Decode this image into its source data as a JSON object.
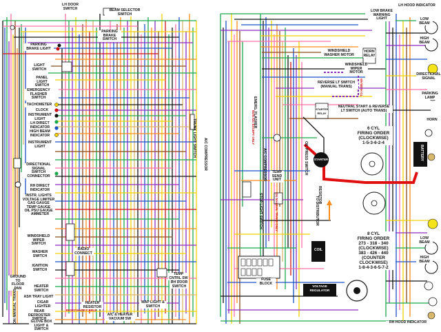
{
  "colors": {
    "background": "#ffffff",
    "battery_cable": "#e01010",
    "black_wire": "#111111",
    "yellow_wire": "#f2d200",
    "green_wire": "#1aa84a",
    "blue_wire": "#1a50c8",
    "violet_wire": "#8a2bbf",
    "pink_wire": "#ff6fa8",
    "orange_wire": "#ff8c1a",
    "brown_wire": "#8b4a1c",
    "tan_wire": "#d8b86a",
    "lamp_yellow": "#f5e31a"
  },
  "left_page": {
    "top": {
      "lh_door_switch": "LH DOOR\nSWITCH",
      "beam_selector": "BEAM SELECTOR SWITCH",
      "parking_brake_switch": "PARKING\nBRAKE\nSWITCH"
    },
    "column_labels": {
      "parking_brake_light": "PARKING\nBRAKE LIGHT",
      "light_switch": "LIGHT\nSWITCH",
      "panel_light_switch": "PANEL\nLIGHT\nSWITCH",
      "emergency_flasher": "EMERGENCY\nFLASHER\nSWITCH",
      "tachometer": "TACHOMETER",
      "clock": "CLOCK",
      "instrument_light": "INSTRUMENT\nLIGHT",
      "lh_direct_indicator": "LH DIRECT\nINDICATOR",
      "high_beam_indicator": "HIGH BEAM\nINDICATOR",
      "instrument_light_2": "INSTRUMENT\nLIGHT",
      "directional_signal": "DIRECTIONAL\nSIGNAL\nSWITCH\nCONNECTOR",
      "rh_direct_indicator": "RH DIRECT\nINDICATOR",
      "gauges": "INSTR. LIGHTS\nVOLTAGE LIMITER\nGAS GAUGE\nTEMP GAUGE\nOIL PSU GAUGE",
      "ammeter": "AMMETER",
      "windshield_wiper": "WINDSHIELD\nWIPER\nSWITCH",
      "washer_switch": "WASHER\nSWITCH",
      "ignition_switch": "IGNITION\nSWITCH",
      "heater_switch": "HEATER\nSWITCH",
      "ash_tray": "ASH TRAY LIGHT",
      "cigar_lighter": "CIGAR\nLIGHTER",
      "rear_defroster": "REAR\nDEFROSTER\nSWITCH",
      "glove_box": "GLOVE BOX\nLIGHT &\nSWITCH"
    },
    "misc": {
      "radio_connector": "RADIO\nCONNECT",
      "heater_resistor": "HEATER\nRESISTOR",
      "ac_heater": "A/C & HEATER\nVACUUM SW",
      "temp_control": "TEMP\nCNTRL SW",
      "rh_door_switch": "RH DOOR\nSWITCH",
      "map_light": "MAP LIGHT &\nSWITCH",
      "ground_floor_pan": "GROUND TO\nFLOOR PAN",
      "manual_trans": "ON MANUAL TRANS",
      "resistance_cable": "RESISTANCE CABLE",
      "trunk_light": "TRUNK\nLIGHT\nSWITCH",
      "ac_compressor": "A/C\nCOMPRESSOR"
    }
  },
  "right_page": {
    "top": {
      "low_brake": "LOW BRAKE\nWARNING\nLIGHT",
      "lh_hood_indicator": "LH HOOD INDICATOR",
      "low_beam": "LOW\nBEAM",
      "high_beam": "HIGH\nBEAM",
      "windshield_washer": "WINDSHIELD\nWASHER MOTOR",
      "horn_relay": "HORN\nRELAY",
      "wiper_motor": "WINDSHIELD\nWIPER\nMOTOR",
      "voltage_reg": "VOLTAGE\nREGULATOR"
    },
    "center": {
      "emergency_flasher": "EMERG.\nFLASHER",
      "ac_compressor": "A/C\nCOMPRESSOR",
      "oil_press": "OIL PRESS SWITCH",
      "reverse_switch": "REVERSE LT SWITCH\n(MANUAL TRANS)",
      "starter_relay": "STARTER\nRELAY",
      "neutral_start": "NEUTRAL START & REVERSE\nLT SWITCH (AUTO TRANS)",
      "starter": "STARTER",
      "firing_6": "6 CYL\nFIRING ORDER\n(CLOCKWISE)\n1-5-3-6-2-4",
      "firing_8": "8 CYL\nFIRING ORDER\n273 - 318 - 340\n(CLOCKWISE)\n383 - 426 - 440\n(COUNTER\nCLOCKWISE)\n1-8-4-3-6-5-7-2",
      "temp_sender": "TEMP\nSEND\nUNIT",
      "resistor": "RESISTOR",
      "to_distributor": "TO DISTRIBUTOR",
      "coil": "COIL",
      "fuse_block": "FUSE\nBLOCK",
      "voltage_regulator": "VOLTAGE\nREGULATOR",
      "stop_light": "STOP LIGHT\nSWITCH",
      "on_manual": "ON MANUAL TRANS ONLY",
      "non_ac": "NON A/C EXCEPT ONLY",
      "to_hi_beam": "TO HI BEAM"
    },
    "right_column": {
      "direction_signal": "DIRECTIONAL\nSIGNAL",
      "parking_lamp": "PARKING\nLAMP",
      "horn": "HORN",
      "battery": "BATTERY",
      "low_beam": "LOW\nBEAM",
      "high_beam": "HIGH\nBEAM",
      "rh_hood_indicator": "RH HOOD INDICATOR"
    }
  }
}
